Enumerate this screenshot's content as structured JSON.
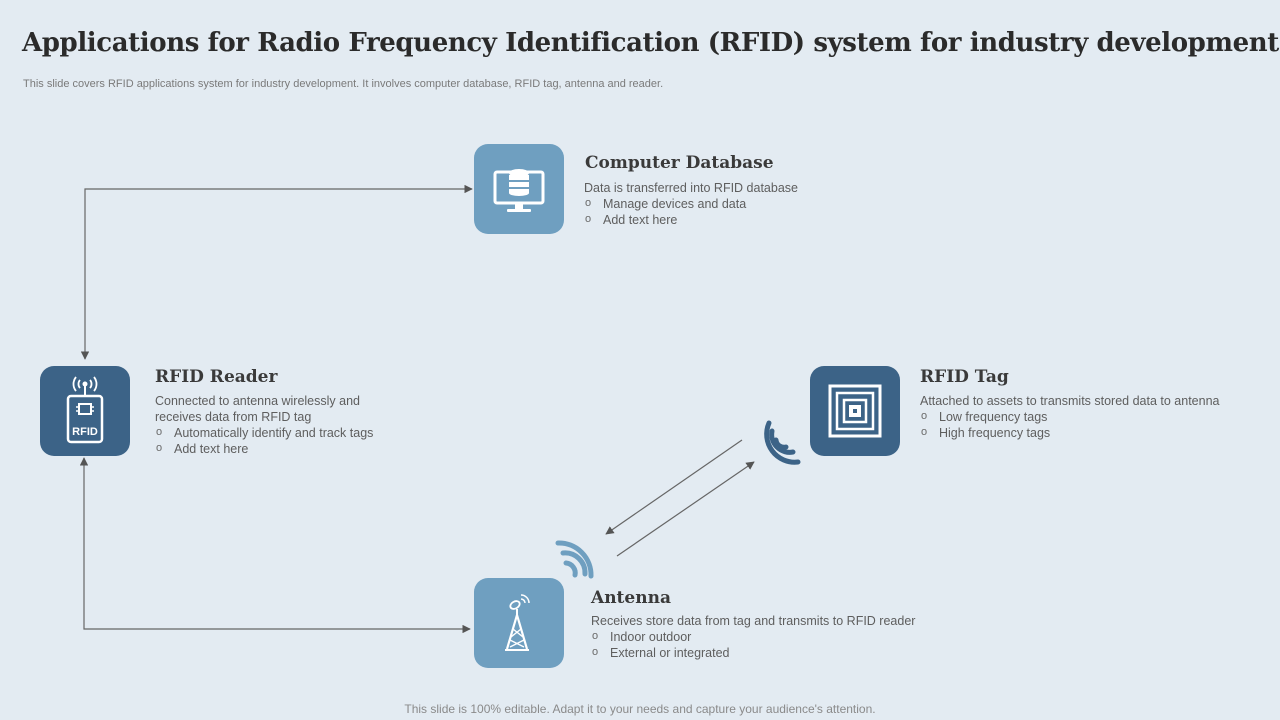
{
  "title": "Applications for Radio Frequency Identification (RFID) system for industry development",
  "subtitle": "This slide covers RFID applications system for industry development. It involves computer database, RFID tag,  antenna and reader.",
  "footer": "This slide is 100% editable. Adapt it to your needs and capture your audience's attention.",
  "colors": {
    "tile_light": "#6f9fc0",
    "tile_dark": "#3c6387",
    "wave": "#4f7ea6"
  },
  "nodes": {
    "database": {
      "icon": "monitor-database-icon",
      "title": "Computer Database",
      "description": "Data is transferred  into RFID  database",
      "bullets": [
        "Manage devices  and data",
        "Add text here"
      ]
    },
    "reader": {
      "icon": "rfid-reader-icon",
      "icon_text": "RFID",
      "title": "RFID Reader",
      "description_lines": [
        "Connected  to antenna  wirelessly and",
        "receives  data from  RFID  tag"
      ],
      "bullets": [
        "Automatically identify and track tags",
        "Add text here"
      ]
    },
    "tag": {
      "icon": "rfid-tag-icon",
      "title": "RFID Tag",
      "description": "Attached to assets to transmits stored data to antenna",
      "bullets": [
        "Low frequency  tags",
        "High frequency  tags"
      ]
    },
    "antenna": {
      "icon": "antenna-tower-icon",
      "title": "Antenna",
      "description": "Receives  store data from tag and transmits to RFID  reader",
      "bullets": [
        "Indoor outdoor",
        "External or integrated"
      ]
    }
  }
}
